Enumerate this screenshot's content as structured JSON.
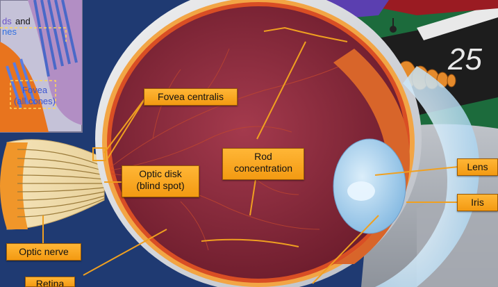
{
  "labels": {
    "fovea_centralis": "Fovea centralis",
    "rod_concentration_line1": "Rod",
    "rod_concentration_line2": "concentration",
    "optic_disk_line1": "Optic disk",
    "optic_disk_line2": "(blind spot)",
    "lens": "Lens",
    "iris": "Iris",
    "optic_nerve": "Optic nerve",
    "retina": "Retina"
  },
  "inset": {
    "rods_cones_line1_part1": "ds",
    "rods_cones_line1_part2": "and",
    "rods_cones_line2": "nes",
    "fovea_line1": "Fovea",
    "fovea_line2": "(all cones)"
  },
  "background": {
    "runway_number": "25"
  },
  "colors": {
    "label_fill": "#f7a21b",
    "eye_interior": "#8e2a3d",
    "sky": "#1f3a72",
    "grass": "#1c6b3c"
  }
}
